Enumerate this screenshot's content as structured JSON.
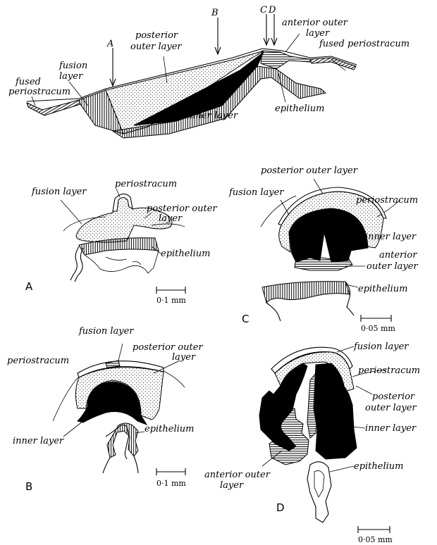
{
  "top": {
    "section_markers": [
      "A",
      "B",
      "C",
      "D"
    ],
    "labels": {
      "posterior_outer": [
        "posterior",
        "outer layer"
      ],
      "fusion": [
        "fusion",
        "layer"
      ],
      "fused_periostracum_left": [
        "fused",
        "periostracum"
      ],
      "anterior_outer": [
        "anterior outer",
        "layer"
      ],
      "fused_periostracum_right": "fused periostracum",
      "epithelium": "epithelium",
      "inner": "inner layer"
    }
  },
  "panel_a": {
    "letter": "A",
    "labels": {
      "fusion": "fusion layer",
      "periostracum": "periostracum",
      "posterior_outer": [
        "posterior outer",
        "layer"
      ],
      "epithelium": "epithelium"
    },
    "scale": "0·1 mm"
  },
  "panel_b": {
    "letter": "B",
    "labels": {
      "fusion": "fusion layer",
      "periostracum": "periostracum",
      "posterior_outer": [
        "posterior outer",
        "layer"
      ],
      "inner": "inner layer",
      "epithelium": "epithelium"
    },
    "scale": "0·1 mm"
  },
  "panel_c": {
    "letter": "C",
    "labels": {
      "posterior_outer": "posterior outer layer",
      "fusion": "fusion layer",
      "periostracum": "periostracum",
      "inner": "inner layer",
      "anterior_outer": [
        "anterior",
        "outer layer"
      ],
      "epithelium": "epithelium"
    },
    "scale": "0·05 mm"
  },
  "panel_d": {
    "letter": "D",
    "labels": {
      "fusion": "fusion layer",
      "periostracum": "periostracum",
      "posterior_outer": [
        "posterior",
        "outer layer"
      ],
      "inner": "inner layer",
      "epithelium": "epithelium",
      "anterior_outer": [
        "anterior outer",
        "layer"
      ]
    },
    "scale": "0·05 mm"
  }
}
